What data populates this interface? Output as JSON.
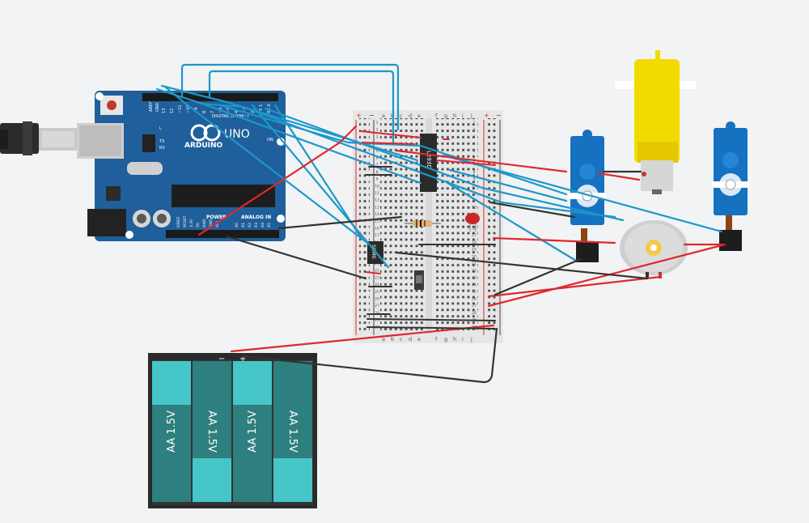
{
  "arduino": {
    "logo_text": "ARDUINO",
    "model": "UNO",
    "digital_label": "DIGITAL (PWM~)",
    "aref": "AREF",
    "gnd": "GND",
    "tx": "TX",
    "rx": "RX",
    "l": "L",
    "on": "ON",
    "power_label": "POWER",
    "analog_label": "ANALOG IN",
    "power_pins": [
      "IOREF",
      "RESET",
      "3.3V",
      "5V",
      "GND",
      "GND",
      "VIN"
    ],
    "analog_pins": [
      "A0",
      "A1",
      "A2",
      "A3",
      "A4",
      "A5"
    ],
    "digital_pins": [
      "13",
      "12",
      "~11",
      "~10",
      "~9",
      "8",
      "7",
      "~6",
      "~5",
      "4",
      "~3",
      "2",
      "TX 1",
      "RX 0"
    ]
  },
  "breadboard": {
    "columns": [
      "a",
      "b",
      "c",
      "d",
      "e",
      "f",
      "g",
      "h",
      "i",
      "j"
    ],
    "rows": [
      "1",
      "2",
      "3",
      "4",
      "5",
      "6",
      "7",
      "8",
      "9",
      "10",
      "11",
      "12",
      "13",
      "14",
      "15",
      "16",
      "17",
      "18",
      "19",
      "20",
      "21",
      "22",
      "23",
      "24",
      "25",
      "26",
      "27",
      "28",
      "29",
      "30"
    ],
    "plus": "+",
    "minus": "−"
  },
  "chips": {
    "driver": "L293D",
    "sensor": "SOM0"
  },
  "battery": {
    "cells": [
      "AA 1.5V",
      "AA 1.5V",
      "AA 1.5V",
      "AA 1.5V"
    ],
    "neg": "−",
    "pos": "+"
  },
  "colors": {
    "background": "#f2f3f4",
    "arduino_board": "#1f5f9b",
    "wire_blue": "#1c98c9",
    "wire_red": "#e0282e",
    "wire_black": "#333333",
    "servo_body": "#1672c0",
    "gear_motor": "#f2dc00",
    "battery_cell": "#2e7f7f",
    "battery_cap": "#46c6c8"
  }
}
